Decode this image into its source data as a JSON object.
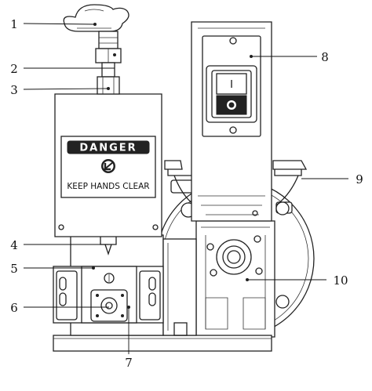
{
  "warning_label": {
    "title": "DANGER",
    "text": "KEEP HANDS CLEAR"
  },
  "switch": {
    "on_symbol": "I",
    "off_symbol": "O"
  },
  "callouts": [
    {
      "id": "c1",
      "number": "1"
    },
    {
      "id": "c2",
      "number": "2"
    },
    {
      "id": "c3",
      "number": "3"
    },
    {
      "id": "c4",
      "number": "4"
    },
    {
      "id": "c5",
      "number": "5"
    },
    {
      "id": "c6",
      "number": "6"
    },
    {
      "id": "c7",
      "number": "7"
    },
    {
      "id": "c8",
      "number": "8"
    },
    {
      "id": "c9",
      "number": "9"
    },
    {
      "id": "c10",
      "number": "10"
    }
  ]
}
